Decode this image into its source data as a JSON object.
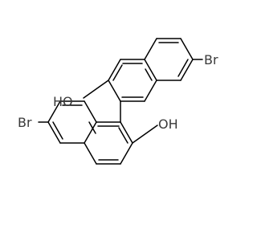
{
  "molecule": {
    "atoms": {
      "br_top": "Br",
      "br_bottom": "Br",
      "ho_top": "HO",
      "oh_bottom": "OH"
    }
  },
  "colors": {
    "bond": "#000000",
    "label": "#3a3a3a",
    "background": "#ffffff"
  }
}
